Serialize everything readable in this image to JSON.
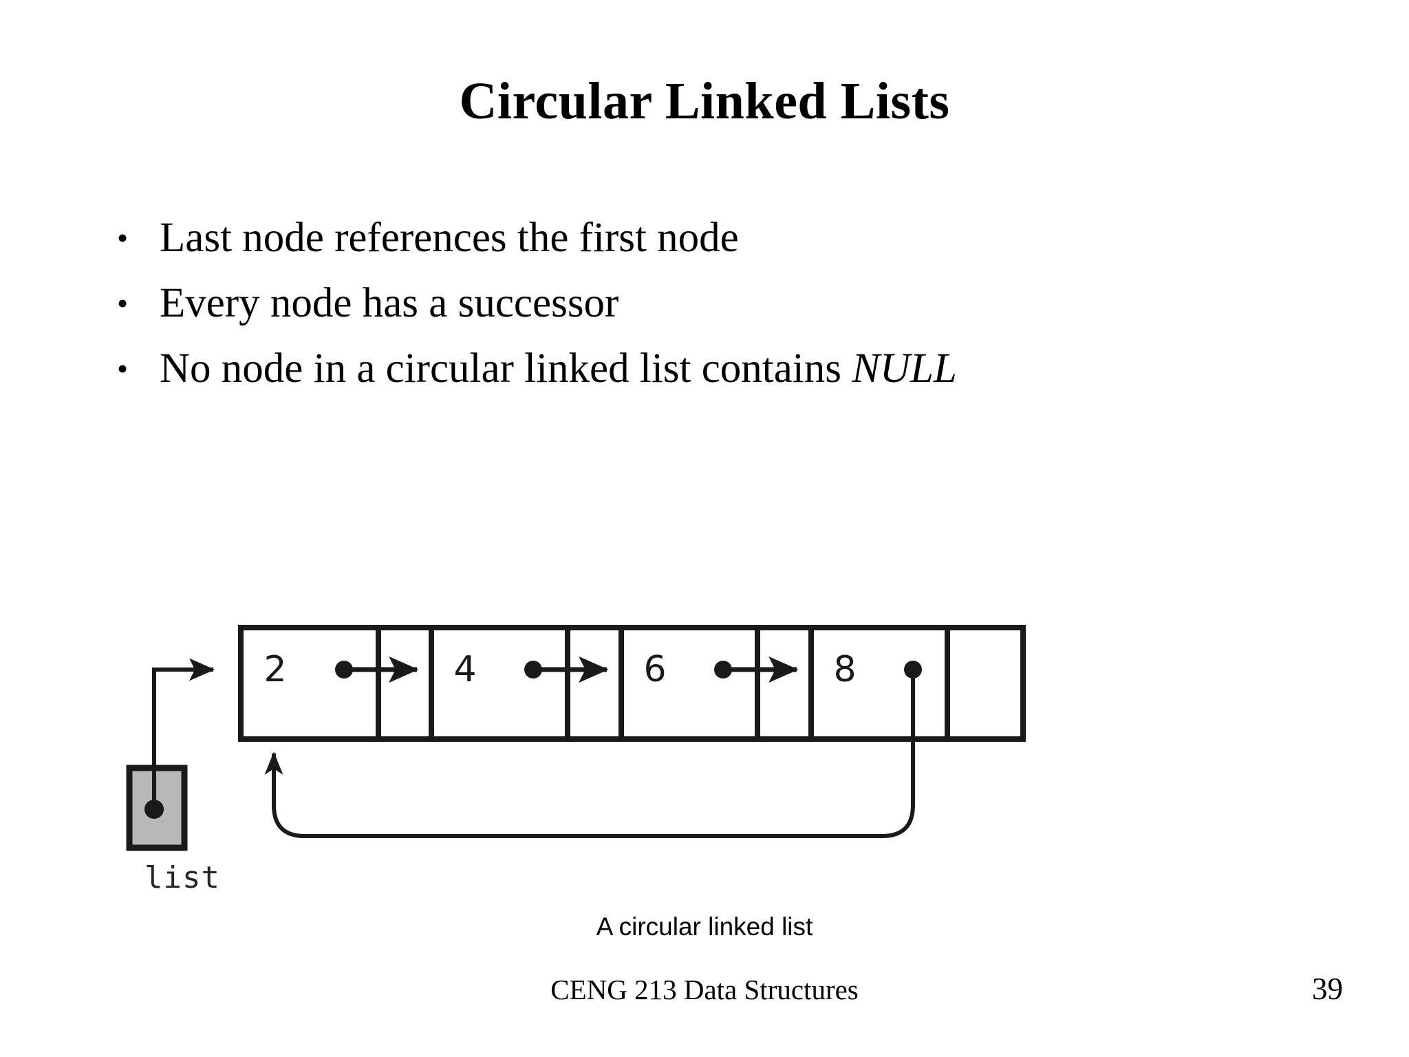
{
  "slide": {
    "title": "Circular Linked Lists",
    "bullet_marker": "•",
    "bullets": [
      {
        "text": "Last node references the first node",
        "italic_tail": ""
      },
      {
        "text": "Every node has a successor",
        "italic_tail": ""
      },
      {
        "text": "No node in a circular linked list contains ",
        "italic_tail": "NULL"
      }
    ],
    "footer": "CENG 213 Data Structures",
    "page_number": "39"
  },
  "diagram": {
    "caption": "A circular linked list",
    "pointer_label": "list",
    "nodes": [
      {
        "value": "2"
      },
      {
        "value": "4"
      },
      {
        "value": "6"
      },
      {
        "value": "8"
      }
    ],
    "colors": {
      "stroke": "#1a1a1a",
      "node_fill": "#ffffff",
      "pointer_box_fill": "#b8b8b8",
      "text": "#000000"
    }
  }
}
